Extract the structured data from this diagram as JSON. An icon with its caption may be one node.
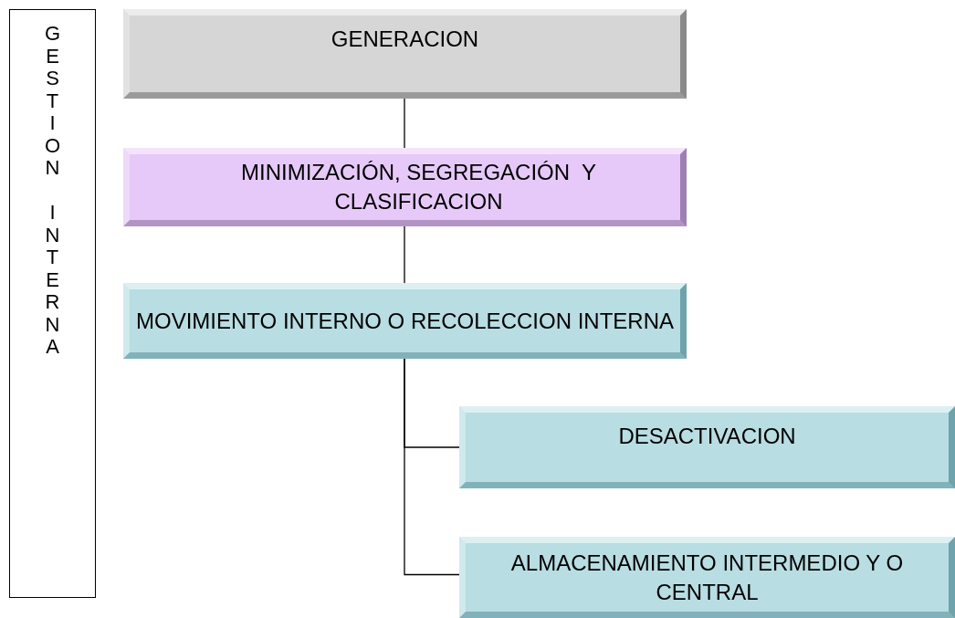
{
  "diagram": {
    "nodes": [
      {
        "text": [
          "GESTION INTERNA"
        ]
      },
      {
        "text": [
          "GENERACION"
        ]
      },
      {
        "text": [
          "MINIMIZACIÓN, SEGREGACIÓN  Y CLASIFICACION"
        ]
      },
      {
        "text": [
          "MOVIMIENTO INTERNO O RECOLECCION INTERNA"
        ]
      },
      {
        "text": [
          "DESACTIVACION"
        ]
      },
      {
        "text": [
          "ALMACENAMIENTO INTERMEDIO Y O CENTRAL"
        ]
      }
    ],
    "edges": [
      {
        "from": 1,
        "to": 2,
        "arrow": "none"
      },
      {
        "from": 2,
        "to": 3,
        "arrow": "none"
      },
      {
        "from": 3,
        "to": 4,
        "arrow": "none"
      },
      {
        "from": 3,
        "to": 5,
        "arrow": "none"
      }
    ]
  }
}
